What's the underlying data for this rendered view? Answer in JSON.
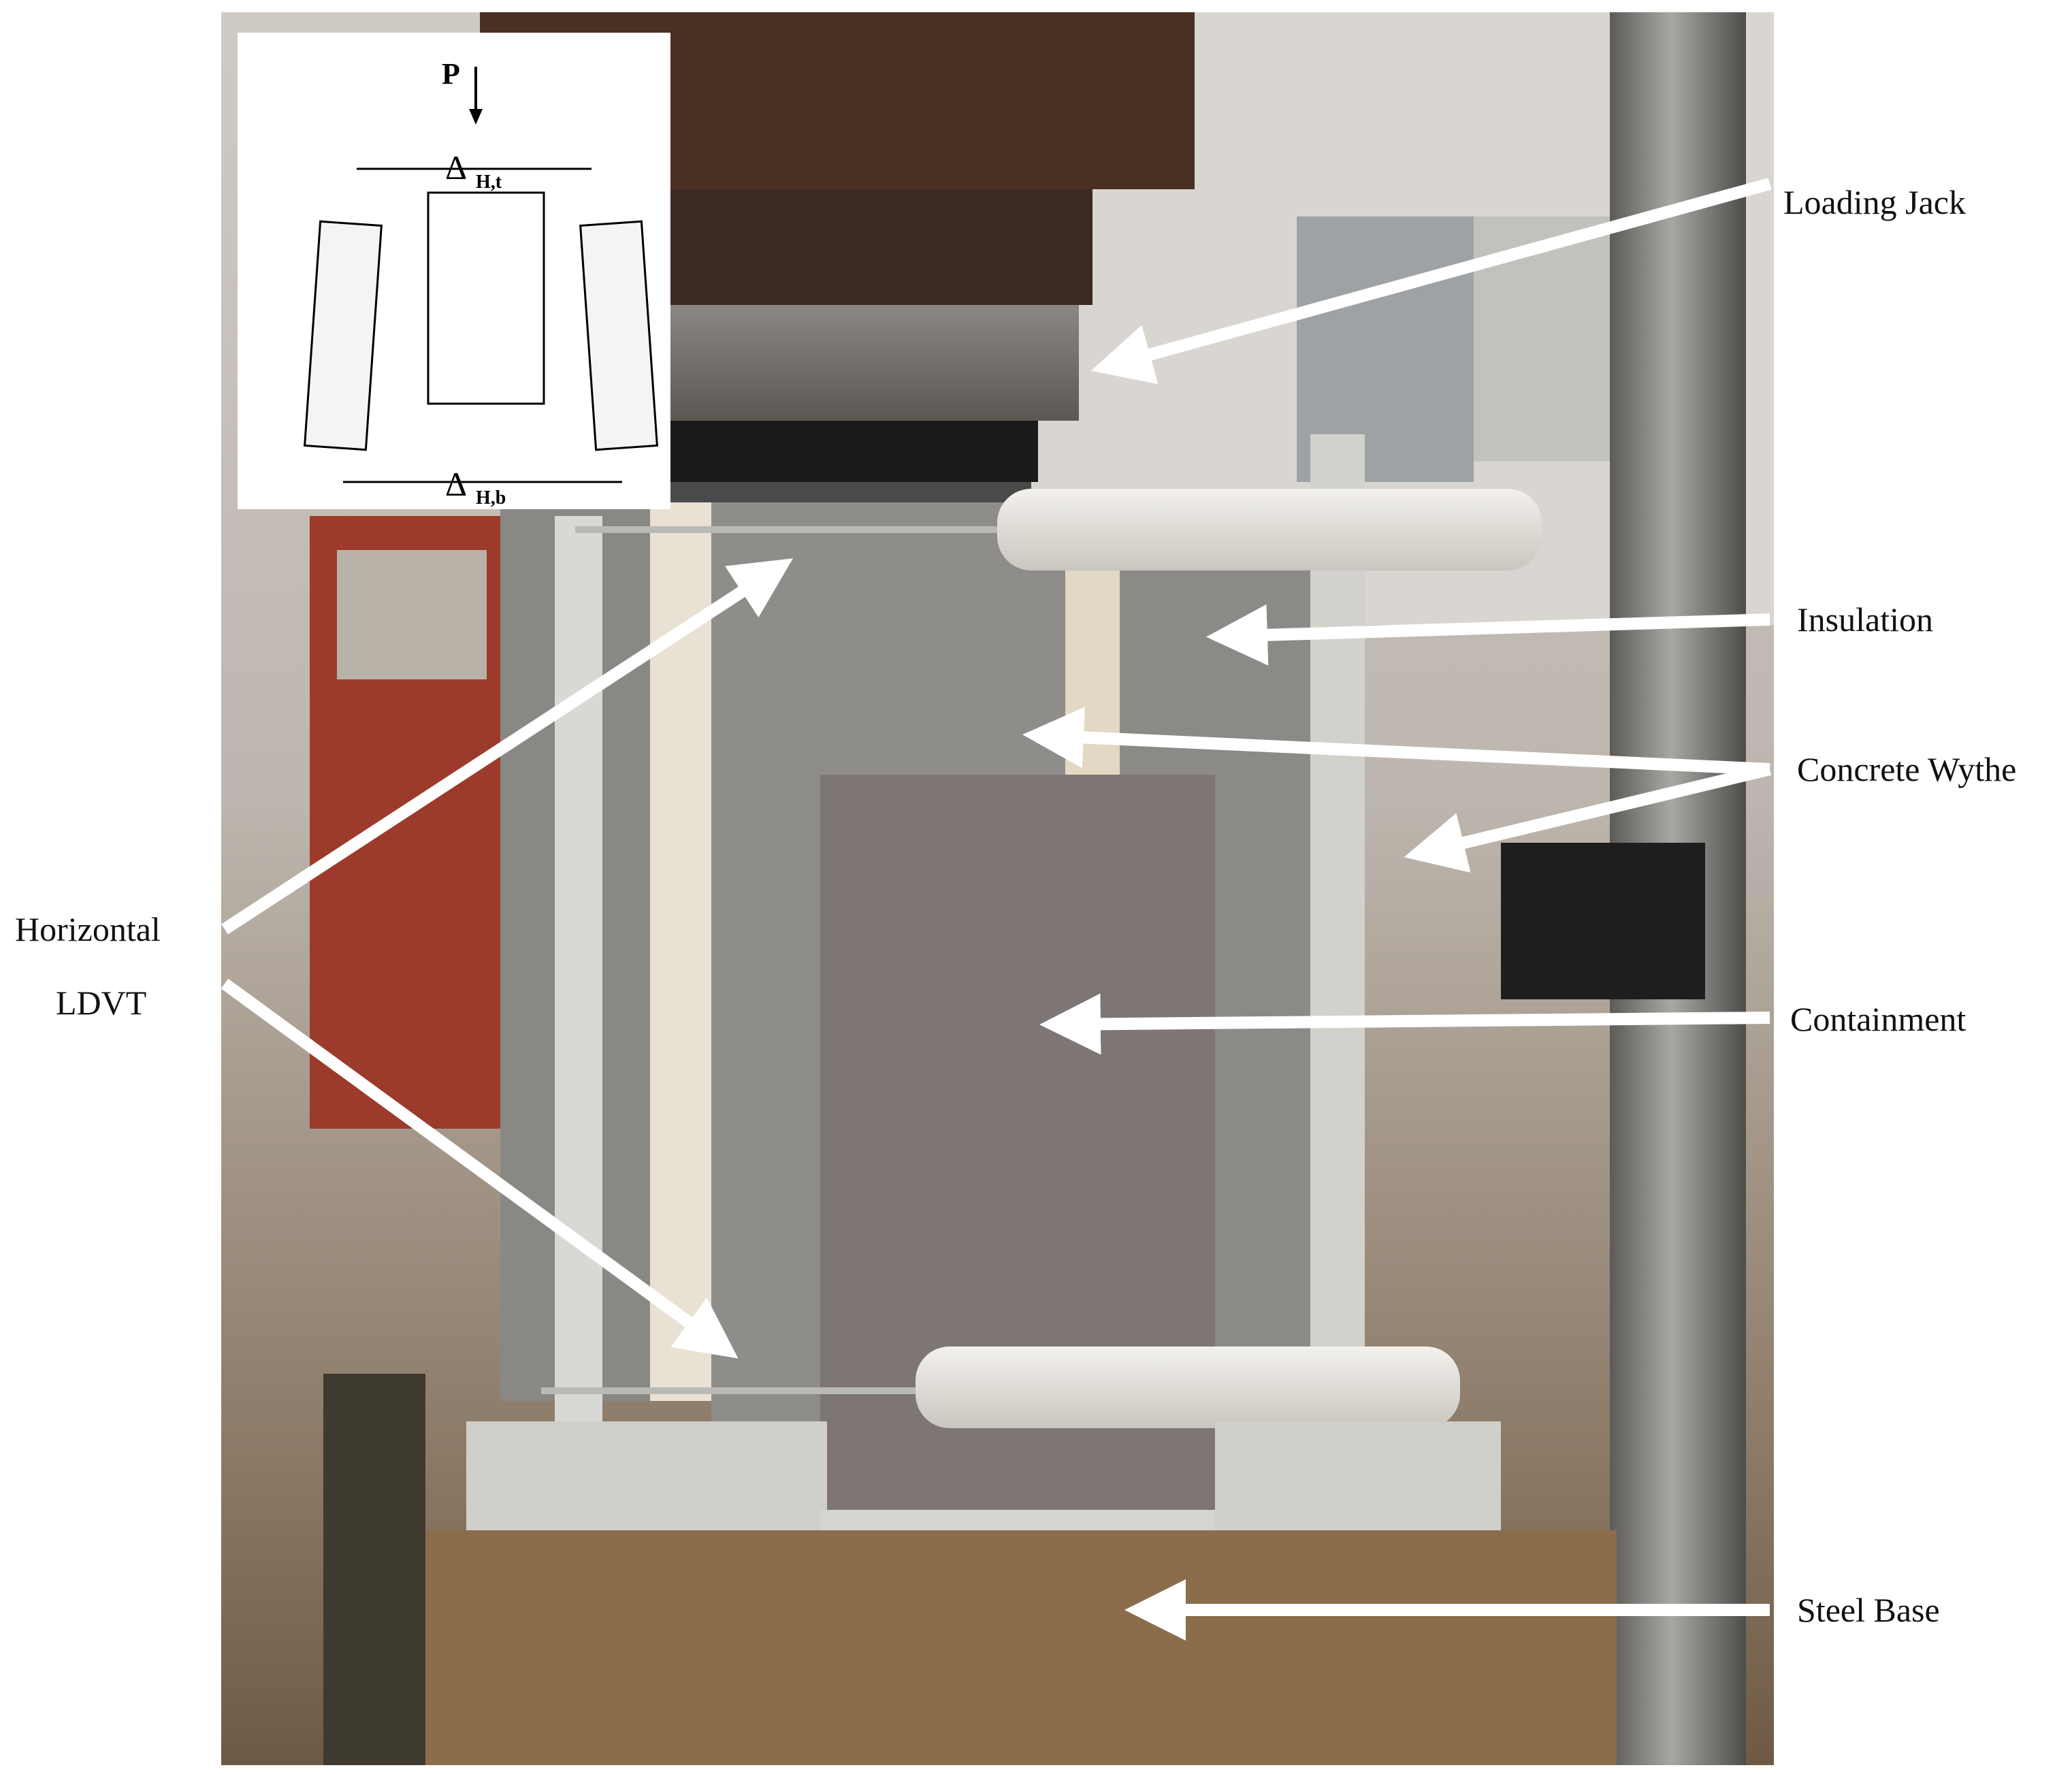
{
  "labels": {
    "loading_jack": "Loading Jack",
    "insulation": "Insulation",
    "concrete_wythe": "Concrete Wythe",
    "containment": "Containment",
    "steel_base": "Steel Base",
    "horizontal": "Horizontal",
    "ldvt": "LDVT"
  },
  "inset": {
    "load": "P",
    "delta_top": "Δ",
    "delta_top_sub": "H,t",
    "delta_bottom": "Δ",
    "delta_bottom_sub": "H,b"
  },
  "colors": {
    "annotation_arrow": "#ffffff",
    "label_text": "#111111"
  }
}
